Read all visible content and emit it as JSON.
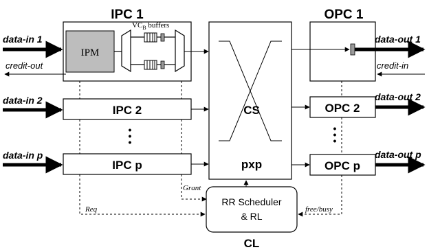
{
  "ipc1": {
    "title": "IPC 1",
    "ipm": "IPM",
    "buffers_prefix": "VC",
    "buffers_sub": "B",
    "buffers_suffix": " buffers"
  },
  "ipc_rows": [
    {
      "label": "IPC 2",
      "input": "data-in 2"
    },
    {
      "label": "IPC p",
      "input": "data-in p"
    }
  ],
  "data_in_1": "data-in 1",
  "credit_out": "credit-out",
  "crossbar": {
    "name": "CS",
    "size": "pxp"
  },
  "opc1": {
    "title": "OPC 1",
    "output": "data-out 1",
    "credit_in": "credit-in"
  },
  "opc_rows": [
    {
      "label": "OPC 2",
      "output": "data-out 2"
    },
    {
      "label": "OPC p",
      "output": "data-out p"
    }
  ],
  "scheduler": {
    "line1": "RR Scheduler",
    "line2": "& RL",
    "caption": "CL"
  },
  "signals": {
    "grant": "Grant",
    "req": "Req",
    "free_busy": "free/busy"
  },
  "ellipsis": "•"
}
